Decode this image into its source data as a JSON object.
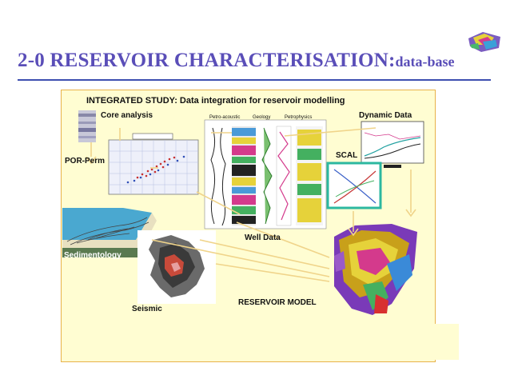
{
  "slide": {
    "title_main": "2-0 RESERVOIR CHARACTERISATION:",
    "title_sub": "data-base",
    "header": "INTEGRATED STUDY: Data integration for reservoir modelling"
  },
  "labels": {
    "core_analysis": "Core analysis",
    "dynamic_data": "Dynamic Data",
    "por_perm": "POR-Perm",
    "scal": "SCAL",
    "well_data": "Well Data",
    "sedimentology": "Sedimentology",
    "seismic": "Seismic",
    "reservoir_model": "RESERVOIR MODEL",
    "log_petroacoustic": "Petro-acoustic",
    "log_geology": "Geology",
    "log_petrophysics": "Petrophysics"
  },
  "colors": {
    "title": "#5a4eb8",
    "rule": "#3e4fb0",
    "panel": "#fffdd2",
    "panel_border": "#e8b24a",
    "scal_frame": "#2cb8a0",
    "arrow": "#f0d48a"
  }
}
